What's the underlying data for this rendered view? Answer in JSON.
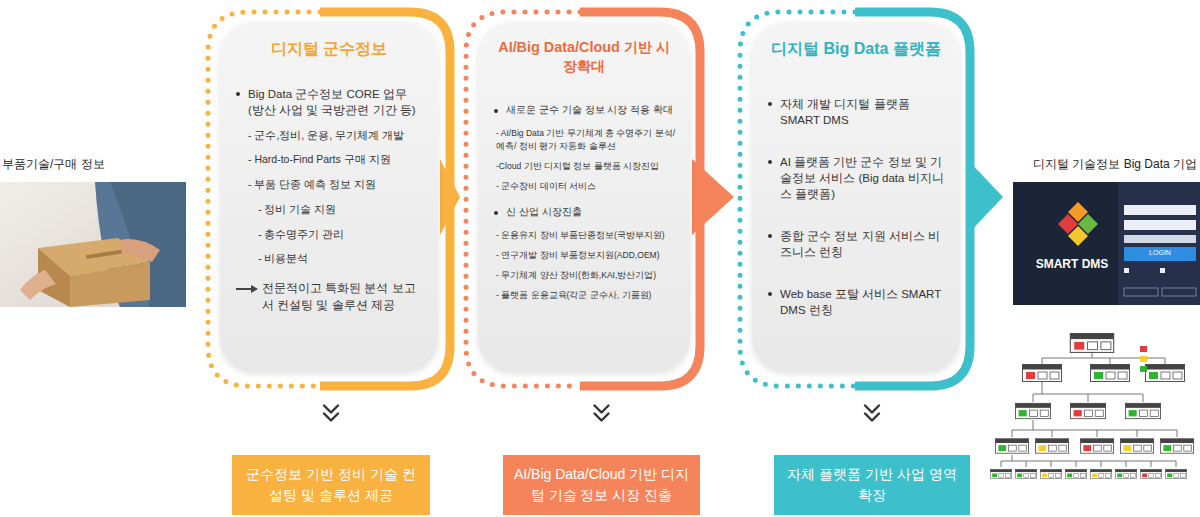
{
  "diagram": {
    "nodes": [
      {
        "text": [
          "디지털 군수정보",
          "Big Data 군수정보 CORE 업무 (방산 사업 및 국방관련 기간 등)",
          "- 군수,정비, 운용, 무기체계 개발",
          "- Hard-to-Find Parts 구매 지원",
          "- 부품 단종 예측 정보 지원",
          "- 정비 기술 지원",
          "- 총수명주기 관리",
          "- 비용분석",
          "전문적이고 특화된 분석 보고서 컨설팅 및 솔루션 제공"
        ]
      },
      {
        "text": [
          "AI/Big Data/Cloud 기반 시장확대",
          "새로운 군수 기술 정보 시장 적용 확대",
          "- AI/Big Data 기반 무기체계 총 수명주기 분석/ 예측/ 정비 평가 자동화 솔루션",
          "-Cloud 기반 디지털 정보 플랫폼 시장진입",
          "- 군수장비 데이터 서비스",
          "신 산업 시장진출",
          "- 운용유지 장비 부품단종정보(국방부지원)",
          "- 연구개발 장비 부품정보지원(ADD,OEM)",
          "- 무기체계 양산 장비(한화,KAI,방산기업)",
          "- 플랫폼 운용교육(각군 군수사, 기품원)"
        ]
      },
      {
        "text": [
          "디지털 Big Data 플랫폼",
          "자체 개발 디지털 플랫폼 SMART DMS",
          "AI 플랫폼 기반 군수 정보 및 기술정보 서비스 (Big data 비지니스 플랫폼)",
          "종합 군수 정보 지원 서비스 비즈니스 런칭",
          "Web base 포탈 서비스 SMART DMS 런칭"
        ]
      },
      {
        "text": [
          "군수정보 기반 정비 기술 컨설팅 및 솔루션 제공"
        ]
      },
      {
        "text": [
          "AI/Big Data/Cloud 기반 디지털 기술 정보 시장 진출"
        ]
      },
      {
        "text": [
          "자체 플랫폼 기반 사업 영역 확장"
        ]
      }
    ],
    "edges": [
      {
        "from": 0,
        "to": 1,
        "arrow": "to"
      },
      {
        "from": 1,
        "to": 2,
        "arrow": "to"
      },
      {
        "from": 0,
        "to": 3,
        "arrow": "to"
      },
      {
        "from": 1,
        "to": 4,
        "arrow": "to"
      },
      {
        "from": 2,
        "to": 5,
        "arrow": "to"
      }
    ],
    "labels": [
      "부품기술/구매 정보",
      "디지털 기술정보 Big Data 기업",
      "SMART DMS",
      "LOGIN"
    ]
  }
}
